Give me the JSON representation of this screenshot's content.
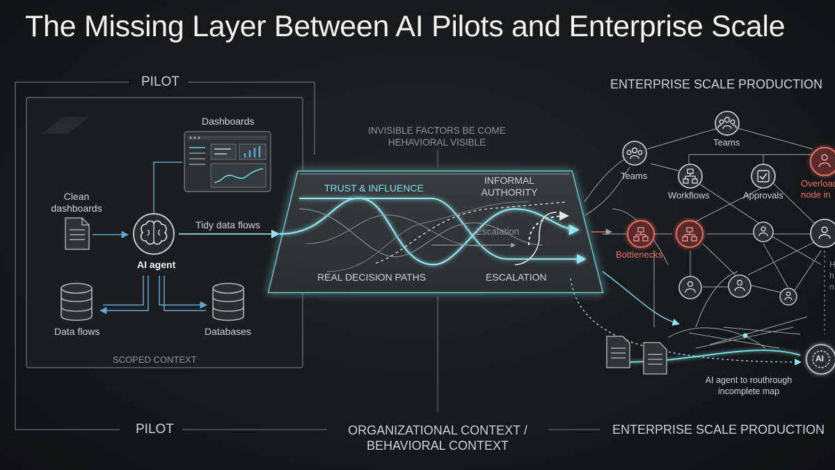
{
  "title": "The Missing Layer Between AI Pilots and Enterprise Scale",
  "pilot": {
    "top_label": "PILOT",
    "bottom_label": "PILOT",
    "inner_label": "SCOPED CONTEXT",
    "dashboards": "Dashboards",
    "clean_dashboards": "Clean\ndashboards",
    "ai_agent": "AI agent",
    "tidy_flows": "Tidy data flows",
    "data_flows": "Data flows",
    "databases": "Databases"
  },
  "middle": {
    "invisible_factors": "INVISIBLE FACTORS BE COME\nHEHAVIORAL VISIBLE",
    "trust": "TRUST & INFLUENCE",
    "informal": "INFORMAL\nAUTHORITY",
    "escalation_small": "Escalation",
    "real_paths": "REAL DECISION PATHS",
    "escalation": "ESCALATION",
    "bottom_label": "ORGANIZATIONAL CONTEXT /\nBEHAVIORAL CONTEXT"
  },
  "enterprise": {
    "top_label": "ENTERPRISE SCALE PRODUCTION",
    "bottom_label": "ENTERPRISE SCALE PRODUCTION",
    "teams_top": "Teams",
    "teams_left": "Teams",
    "workflows": "Workflows",
    "approvals": "Approvals",
    "overloaded": "Overload\nnode in",
    "bottlenecks": "Bottlenecks",
    "h_text": "H\nh\nn",
    "ai_badge": "AI",
    "ai_route": "AI agent to routhrough\nincomplete map"
  },
  "colors": {
    "accent_cyan": "#7fe3ec",
    "alert_red": "#ea6b63",
    "panel_border": "#5a5f63"
  },
  "icons": [
    "document-icon",
    "brain-icon",
    "database-icon",
    "dashboard-icon",
    "team-icon",
    "workflow-icon",
    "approval-icon",
    "user-icon",
    "ai-chip-icon"
  ]
}
